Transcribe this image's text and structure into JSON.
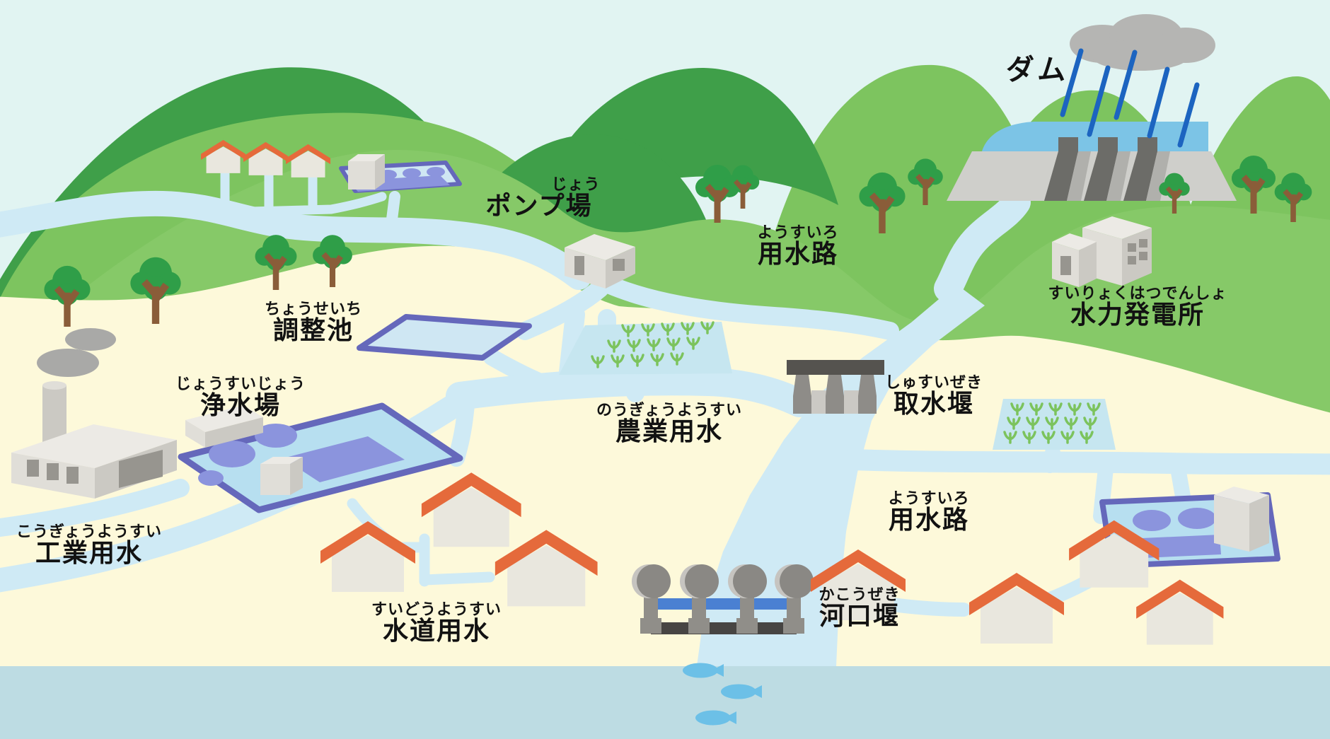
{
  "labels": {
    "dam": {
      "kanji": "ダム",
      "furigana": ""
    },
    "pump_station": {
      "kanji": "ポンプ場",
      "furigana": "じょう"
    },
    "irrigation_canal_upper": {
      "kanji": "用水路",
      "furigana": "ようすいろ"
    },
    "hydro_power_plant": {
      "kanji": "水力発電所",
      "furigana": "すいりょくはつでんしょ"
    },
    "regulating_pond": {
      "kanji": "調整池",
      "furigana": "ちょうせいち"
    },
    "purification_plant": {
      "kanji": "浄水場",
      "furigana": "じょうすいじょう"
    },
    "agricultural_water": {
      "kanji": "農業用水",
      "furigana": "のうぎょうようすい"
    },
    "intake_weir": {
      "kanji": "取水堰",
      "furigana": "しゅすいぜき"
    },
    "industrial_water": {
      "kanji": "工業用水",
      "furigana": "こうぎょうようすい"
    },
    "tap_water": {
      "kanji": "水道用水",
      "furigana": "すいどうようすい"
    },
    "estuary_barrage": {
      "kanji": "河口堰",
      "furigana": "かこうぜき"
    },
    "irrigation_canal_lower": {
      "kanji": "用水路",
      "furigana": "ようすいろ"
    }
  },
  "colors": {
    "sky": "#e1f4f2",
    "hill_dark": "#3f9f49",
    "hill_light": "#7dc45f",
    "plain": "#fdf9da",
    "sea": "#bddce3",
    "river": "#cfeaf5",
    "reservoir": "#7cc4e6",
    "pool_border": "#6568bb",
    "pool_inner": "#8b94dd",
    "roof_orange": "#e56a3b",
    "rain_blue": "#1c64c0",
    "gate_blue": "#4a80d2",
    "fish_blue": "#6cc0e7",
    "sprout_green": "#7cc35d",
    "text": "#121212"
  }
}
